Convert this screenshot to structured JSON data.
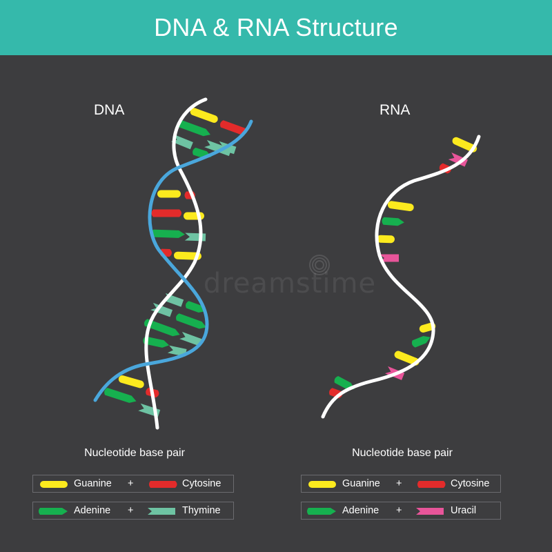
{
  "title": "DNA & RNA Structure",
  "colors": {
    "header_bg": "#35b9ab",
    "background": "#3d3d3f",
    "guanine": "#fcea1e",
    "cytosine": "#e32b2b",
    "adenine": "#16b04f",
    "thymine": "#6ec3a3",
    "uracil": "#e8559a",
    "backbone_white": "#ffffff",
    "backbone_blue": "#4aa7dc"
  },
  "dna": {
    "label": "DNA",
    "caption": "Nucleotide base pair",
    "legend": [
      {
        "left": "Guanine",
        "plus": "+",
        "right": "Cytosine",
        "left_icon": "guanine-pill-icon",
        "right_icon": "cytosine-pill-icon"
      },
      {
        "left": "Adenine",
        "plus": "+",
        "right": "Thymine",
        "left_icon": "adenine-arrow-icon",
        "right_icon": "thymine-notch-icon"
      }
    ]
  },
  "rna": {
    "label": "RNA",
    "caption": "Nucleotide base pair",
    "legend": [
      {
        "left": "Guanine",
        "plus": "+",
        "right": "Cytosine",
        "left_icon": "guanine-pill-icon",
        "right_icon": "cytosine-pill-icon"
      },
      {
        "left": "Adenine",
        "plus": "+",
        "right": "Uracil",
        "left_icon": "adenine-arrow-icon",
        "right_icon": "uracil-notch-icon"
      }
    ]
  },
  "watermark": "dreamstime"
}
